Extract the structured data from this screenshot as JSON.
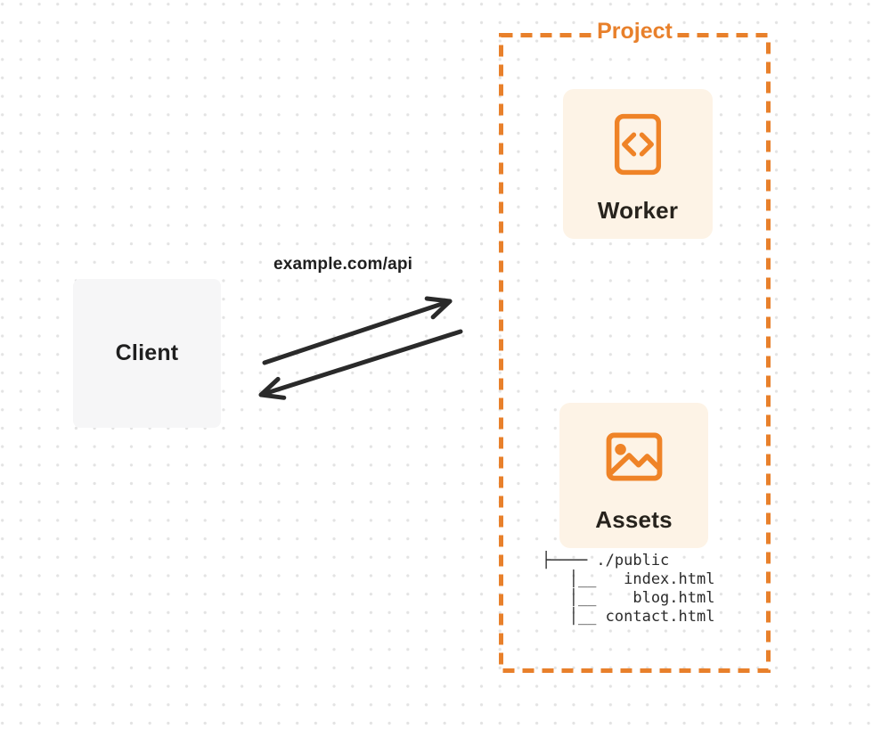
{
  "colors": {
    "accent_orange": "#E8802B",
    "card_background": "#FDF3E6",
    "client_background": "#F6F6F7",
    "ink": "#1F1F1F",
    "dot_grid": "#E3E3E3"
  },
  "client": {
    "label": "Client"
  },
  "request": {
    "url_label": "example.com/api"
  },
  "project": {
    "label": "Project",
    "worker": {
      "label": "Worker"
    },
    "assets": {
      "label": "Assets"
    },
    "file_tree": {
      "lines": [
        "├──── ./public",
        "   │__   index.html",
        "   │__    blog.html",
        "   │__ contact.html"
      ]
    }
  }
}
